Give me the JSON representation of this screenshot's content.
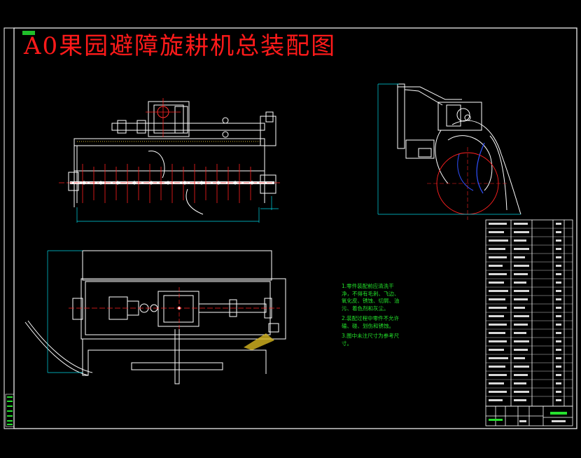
{
  "drawing": {
    "title": "A0果园避障旋耕机总装配图"
  },
  "technical_requirements": [
    "1.零件装配前应清洗干净，不得有毛刺、飞边、氧化皮、锈蚀、切屑、油污、着色剂和灰尘。",
    "2.装配过程中零件不允许磕、碰、划伤和锈蚀。",
    "3.图中未注尺寸为参考尺寸。"
  ],
  "colors": {
    "background": "#000000",
    "frame": "#ffffff",
    "title": "#ff1a1a",
    "notes": "#22e02a",
    "dimension": "#00d7e6",
    "centerline": "#ff2020",
    "hidden": "#3050ff"
  }
}
